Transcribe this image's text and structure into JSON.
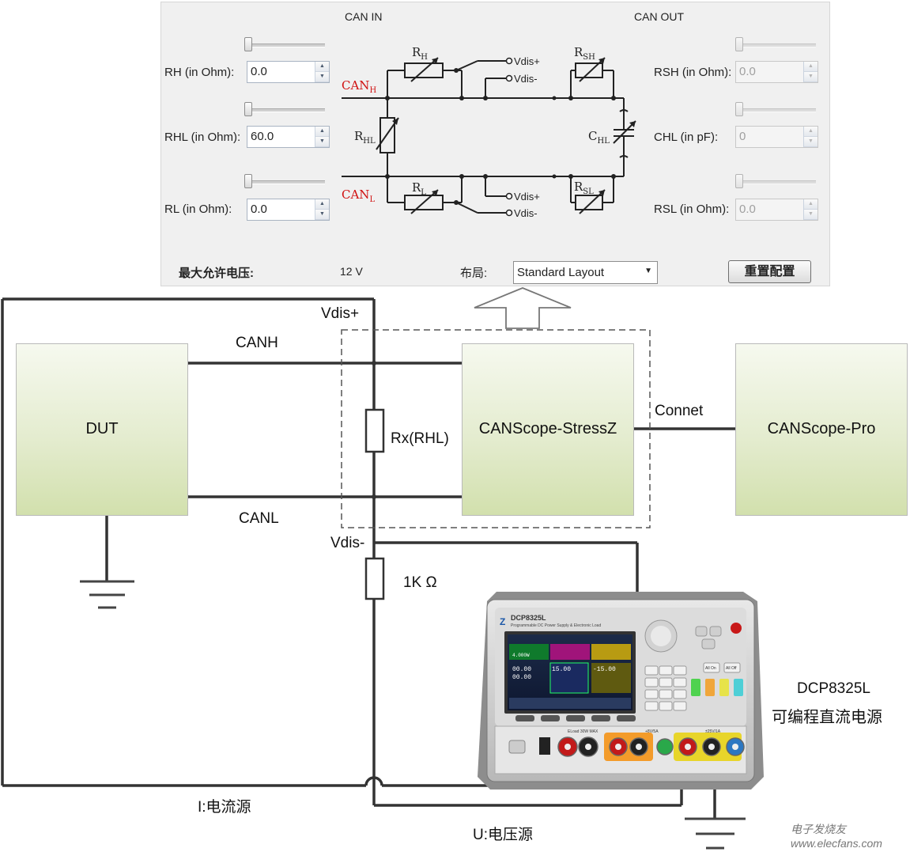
{
  "panel": {
    "can_in_title": "CAN IN",
    "can_out_title": "CAN OUT",
    "left_controls": [
      {
        "label": "RH (in Ohm):",
        "value": "0.0"
      },
      {
        "label": "RHL (in Ohm):",
        "value": "60.0"
      },
      {
        "label": "RL (in Ohm):",
        "value": "0.0"
      }
    ],
    "right_controls": [
      {
        "label": "RSH (in Ohm):",
        "value": "0.0"
      },
      {
        "label": "CHL (in pF):",
        "value": "0"
      },
      {
        "label": "RSL (in Ohm):",
        "value": "0.0"
      }
    ],
    "max_voltage_label": "最大允许电压:",
    "max_voltage_value": "12 V",
    "layout_label": "布局:",
    "layout_value": "Standard Layout",
    "reset_button": "重置配置"
  },
  "schematic": {
    "canh": "CAN",
    "canh_sub": "H",
    "canl": "CAN",
    "canl_sub": "L",
    "rh": "R",
    "rh_sub": "H",
    "rhl": "R",
    "rhl_sub": "HL",
    "rl": "R",
    "rl_sub": "L",
    "rsh": "R",
    "rsh_sub": "SH",
    "rsl": "R",
    "rsl_sub": "SL",
    "chl": "C",
    "chl_sub": "HL",
    "vdis_plus": "Vdis+",
    "vdis_minus": "Vdis-"
  },
  "diagram": {
    "dut": "DUT",
    "stressz": "CANScope-StressZ",
    "pro": "CANScope-Pro",
    "canh": "CANH",
    "canl": "CANL",
    "connet": "Connet",
    "vdis_plus": "Vdis+",
    "vdis_minus": "Vdis-",
    "rx": "Rx(RHL)",
    "r1k": "1K Ω",
    "current_source": "I:电流源",
    "voltage_source": "U:电压源",
    "device_model": "DCP8325L",
    "device_desc": "可编程直流电源",
    "watermark": "电子发烧友 www.elecfans.com"
  },
  "device": {
    "brand_model": "DCP8325L",
    "brand_subtitle": "Programmable DC Power Supply & Electronic Load",
    "eload_label": "ELoad 30W MAX",
    "ch1_label": "+8V/5A",
    "ch2_label": "±25V/1A",
    "screen_eload_power": "4.000W",
    "screen_ch1_value": "15.00",
    "screen_ch2_value": "-15.00",
    "screen_zero_value": "00.00",
    "key_all_on": "All On",
    "key_all_off": "All Off"
  }
}
